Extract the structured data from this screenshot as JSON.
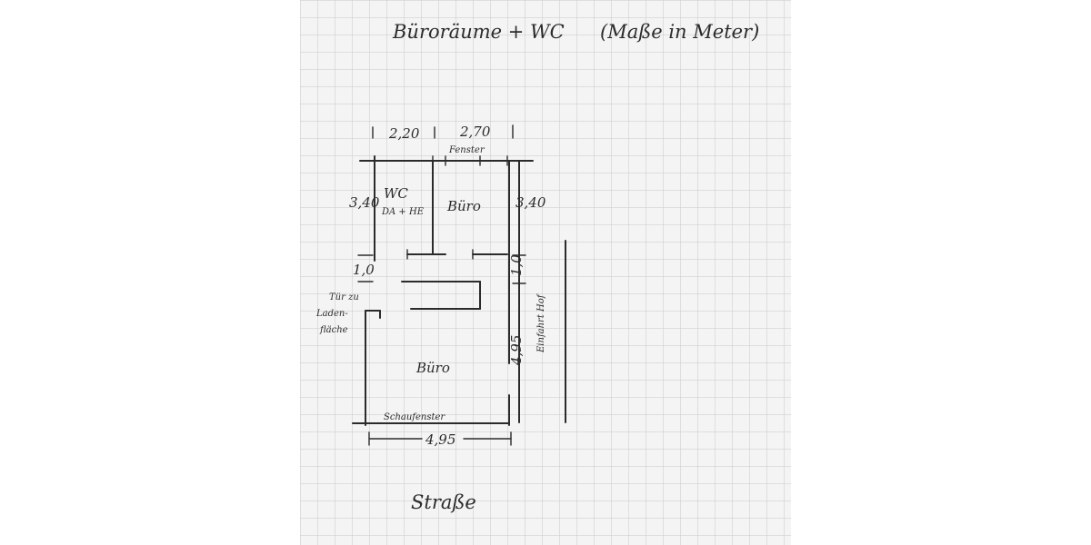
{
  "title": "Büroräume + WC",
  "units_note": "(Maße in Meter)",
  "dimensions": {
    "top_left": "2,20",
    "top_right": "2,70",
    "left_upper": "3,40",
    "right_upper": "3,40",
    "left_gap": "1,0",
    "right_gap": "1,0",
    "right_lower": "4,95",
    "bottom": "4,95"
  },
  "labels": {
    "window": "Fenster",
    "wc_line1": "WC",
    "wc_line2": "DA + HE",
    "office_upper": "Büro",
    "office_lower": "Büro",
    "door_line1": "Tür zu",
    "door_line2": "Laden-",
    "door_line3": "fläche",
    "courtyard": "Einfahrt Hof",
    "shop_window": "Schaufenster",
    "street": "Straße"
  },
  "colors": {
    "paper": "#f4f4f4",
    "grid": "#c9c9c9",
    "page_bg": "#ffffff",
    "ink": "#2b2b2b"
  }
}
